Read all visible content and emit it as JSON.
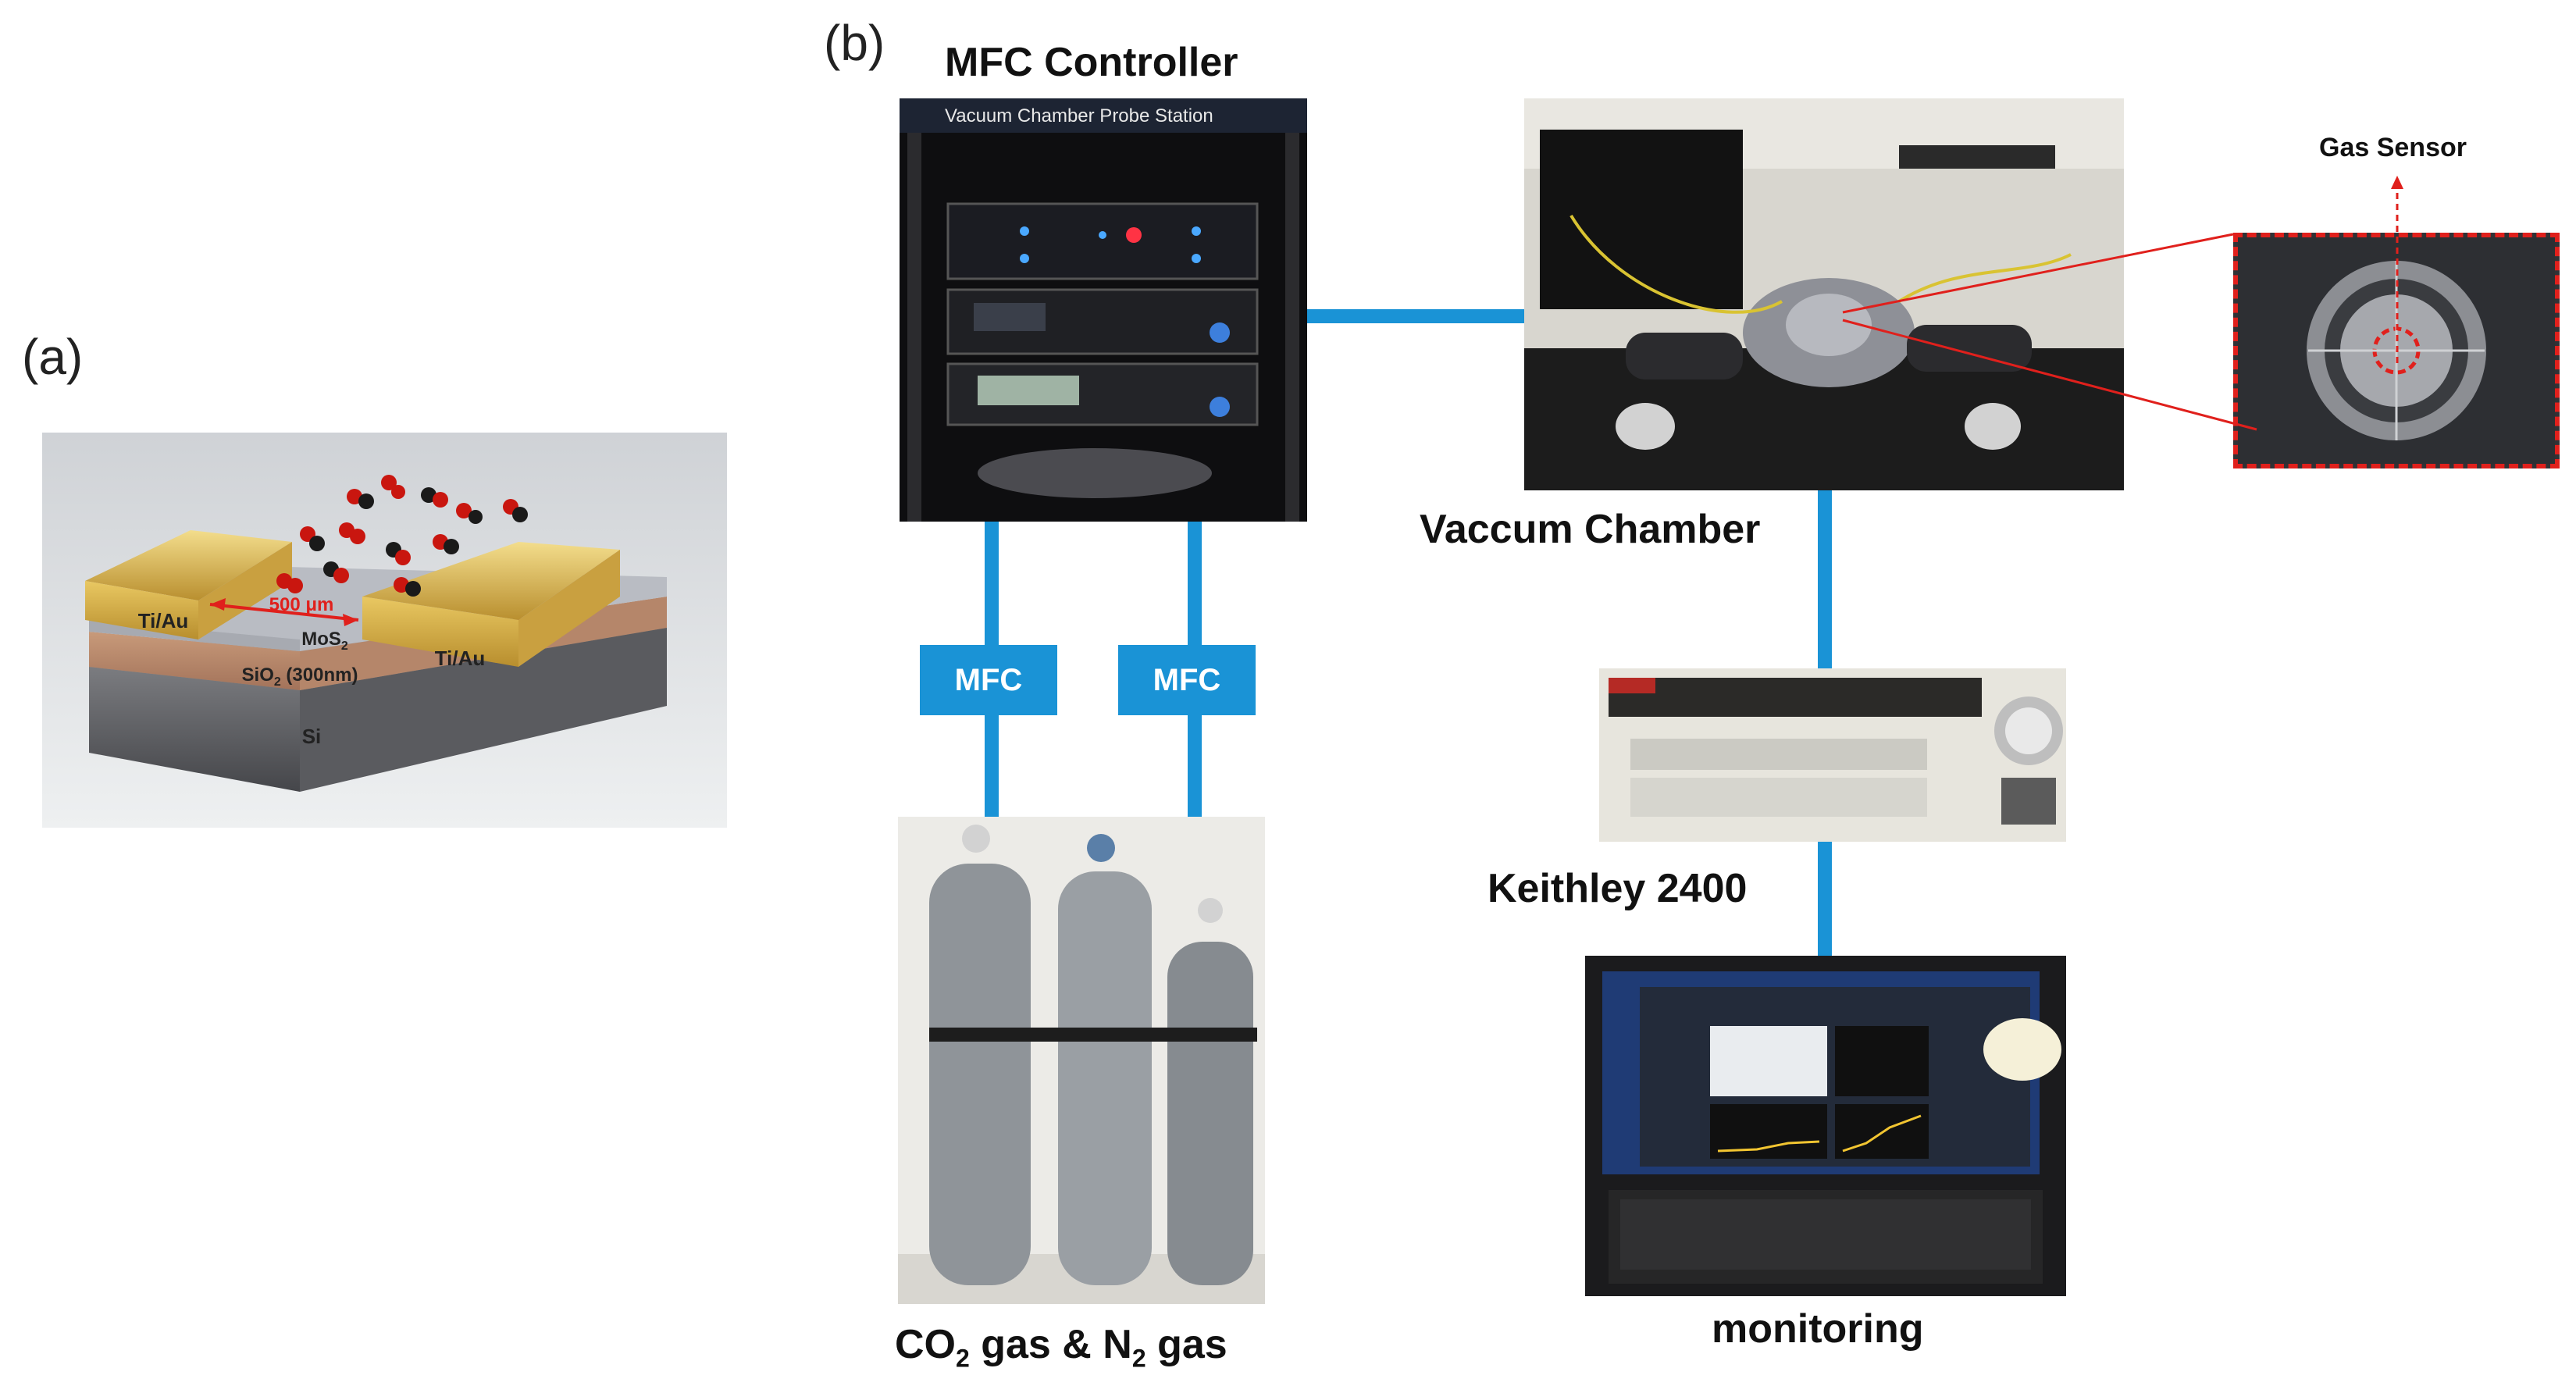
{
  "panels": {
    "a": "(a)",
    "b": "(b)"
  },
  "device": {
    "electrode_left": "Ti/Au",
    "electrode_right": "Ti/Au",
    "channel_length": "500 μm",
    "channel": "MoS",
    "channel_sub": "2",
    "oxide": "SiO",
    "oxide_sub": "2",
    "oxide_thickness": " (300nm)",
    "substrate": "Si"
  },
  "captions": {
    "mfc_controller": "MFC Controller",
    "vacuum_chamber": "Vaccum Chamber",
    "gas_sensor": "Gas Sensor",
    "keithley": "Keithley 2400",
    "monitoring": "monitoring",
    "gas_co2": "CO",
    "gas_co2_sub": "2",
    "gas_mid": " gas & N",
    "gas_n2_sub": "2",
    "gas_end": " gas"
  },
  "mfc_units": [
    "MFC",
    "MFC"
  ],
  "rack": {
    "header": "Vacuum Chamber Probe Station"
  },
  "colors": {
    "connector": "#1a93d6",
    "highlight": "#e0201c",
    "gold": "#d6b451"
  }
}
